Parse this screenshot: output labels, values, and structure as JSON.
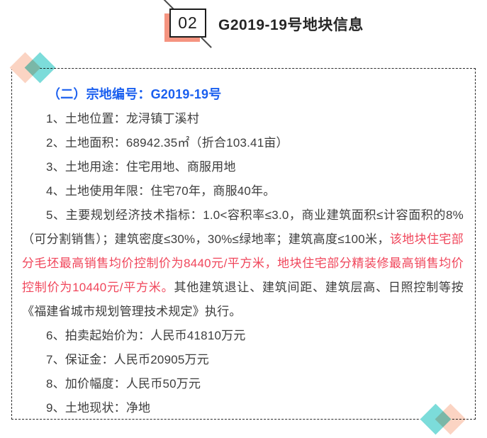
{
  "header": {
    "number": "02",
    "title": "G2019-19号地块信息",
    "badge_shadow_color": "#F59480",
    "badge_border_color": "#1d1d1d"
  },
  "decor": {
    "peach_color": "#FBD4C3",
    "teal_color": "#7CDCDA",
    "diamond_top_left": "diamond-pair-peach-teal",
    "diamond_bottom_right": "diamond-pair-teal-peach"
  },
  "panel": {
    "sub_title": "（二）宗地编号：G2019-19号",
    "sub_title_color": "#1A5FEF",
    "highlight_color": "#F0465B",
    "items": [
      {
        "no": "1",
        "text": "1、土地位置：龙浔镇丁溪村"
      },
      {
        "no": "2",
        "text": "2、土地面积：68942.35㎡（折合103.41亩）"
      },
      {
        "no": "3",
        "text": "3、土地用途：住宅用地、商服用地"
      },
      {
        "no": "4",
        "text": "4、土地使用年限：住宅70年，商服40年。"
      },
      {
        "no": "6",
        "text": "6、拍卖起始价为：人民币41810万元"
      },
      {
        "no": "7",
        "text": "7、保证金：人民币20905万元"
      },
      {
        "no": "8",
        "text": "8、加价幅度：人民币50万元"
      },
      {
        "no": "9",
        "text": "9、土地现状：净地"
      }
    ],
    "item5": {
      "part1": "5、主要规划经济技术指标：1.0<容积率≤3.0，商业建筑面积≤计容面积的8%（可分割销售）；建筑密度≤30%，30%≤绿地率；建筑高度≤100米，",
      "part2_red": "该地块住宅部分毛坯最高销售均价控制价为8440元/平方米，地块住宅部分精装修最高销售均价控制价为10440元/平方米。",
      "part3": "其他建筑退让、建筑间距、建筑层高、日照控制等按《福建省城市规划管理技术规定》执行。"
    }
  }
}
